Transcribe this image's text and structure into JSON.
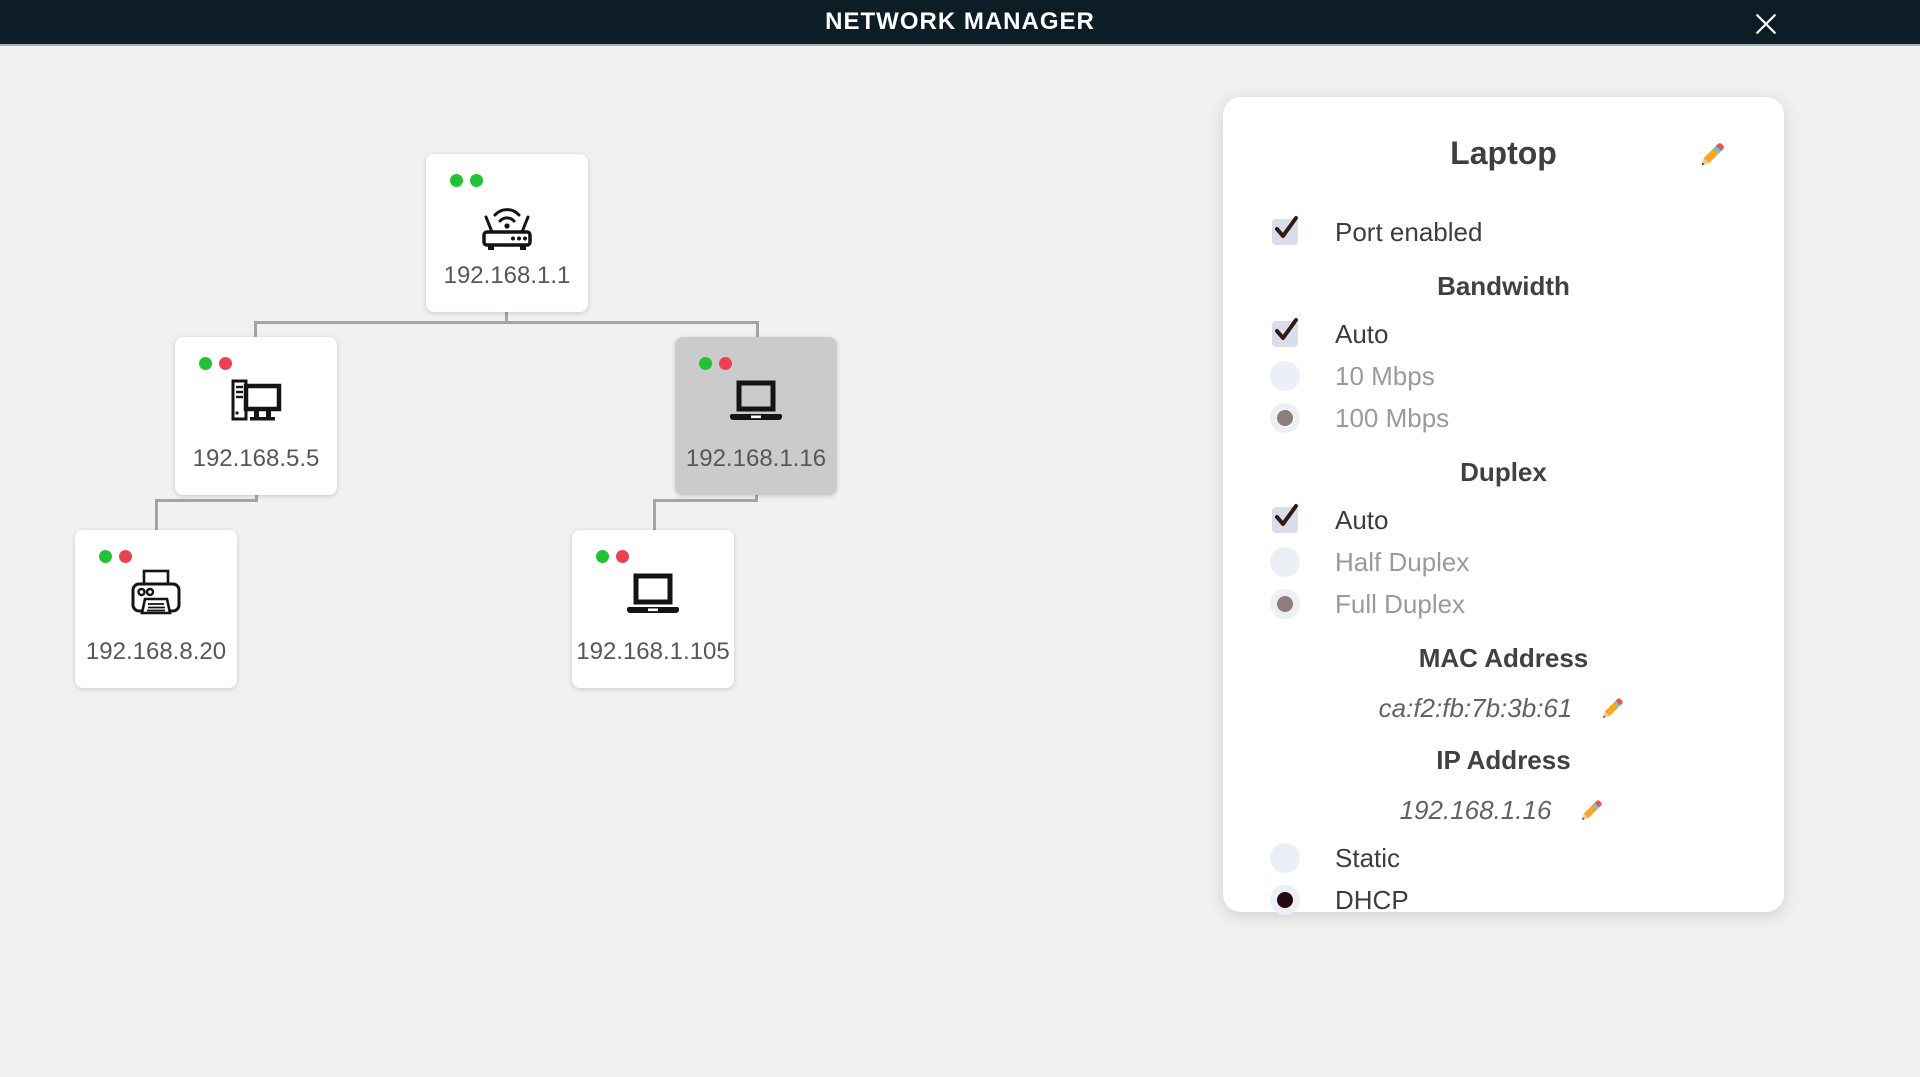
{
  "header": {
    "title": "NETWORK MANAGER",
    "close_icon": "close-x"
  },
  "topology": {
    "nodes": [
      {
        "id": "router",
        "type": "router",
        "ip": "192.168.1.1",
        "status_dots": [
          "green",
          "green"
        ],
        "selected": false
      },
      {
        "id": "desktop",
        "type": "desktop",
        "ip": "192.168.5.5",
        "status_dots": [
          "green",
          "red"
        ],
        "selected": false
      },
      {
        "id": "laptop-16",
        "type": "laptop",
        "ip": "192.168.1.16",
        "status_dots": [
          "green",
          "red"
        ],
        "selected": true
      },
      {
        "id": "printer",
        "type": "printer",
        "ip": "192.168.8.20",
        "status_dots": [
          "green",
          "red"
        ],
        "selected": false
      },
      {
        "id": "laptop-105",
        "type": "laptop",
        "ip": "192.168.1.105",
        "status_dots": [
          "green",
          "red"
        ],
        "selected": false
      }
    ]
  },
  "panel": {
    "title": "Laptop",
    "port_enabled": {
      "label": "Port enabled",
      "checked": true
    },
    "bandwidth": {
      "heading": "Bandwidth",
      "options": [
        {
          "label": "Auto",
          "control": "checkbox",
          "state": "checked"
        },
        {
          "label": "10 Mbps",
          "control": "radio",
          "state": "unselected"
        },
        {
          "label": "100 Mbps",
          "control": "radio",
          "state": "selected"
        }
      ]
    },
    "duplex": {
      "heading": "Duplex",
      "options": [
        {
          "label": "Auto",
          "control": "checkbox",
          "state": "checked"
        },
        {
          "label": "Half Duplex",
          "control": "radio",
          "state": "unselected"
        },
        {
          "label": "Full Duplex",
          "control": "radio",
          "state": "selected"
        }
      ]
    },
    "mac": {
      "heading": "MAC Address",
      "value": "ca:f2:fb:7b:3b:61"
    },
    "ip": {
      "heading": "IP Address",
      "value": "192.168.1.16"
    },
    "ip_mode": {
      "options": [
        {
          "label": "Static",
          "control": "radio",
          "state": "unselected"
        },
        {
          "label": "DHCP",
          "control": "radio",
          "state": "selected"
        }
      ]
    },
    "icons": {
      "edit": "pencil-icon",
      "close": "close-icon"
    }
  },
  "colors": {
    "header_bg": "#0c1d25",
    "canvas_bg": "#f2f1ef",
    "status_green": "#23c137",
    "status_red": "#e94352",
    "selected_node_bg": "#cbcbcb",
    "checkbox_bg": "#d9dcea",
    "check_mark": "#2d1b14",
    "radio_bg": "#edeff7",
    "radio_muted_fill": "#8d7d7c",
    "radio_dark_fill": "#260a12",
    "connector": "#a4a4a6"
  }
}
